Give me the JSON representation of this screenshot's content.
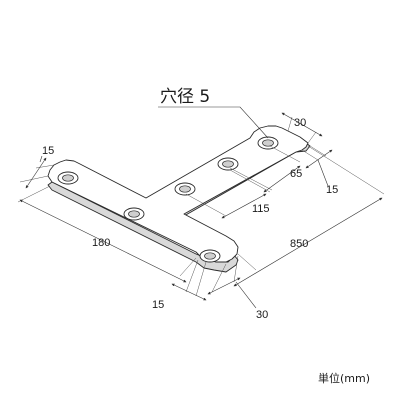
{
  "diagram": {
    "hole_label": "穴径 5",
    "unit_label": "単位(mm)",
    "dimensions": {
      "top_width": "30",
      "left_tip": "15",
      "right_tip": "15",
      "hole_spacing_top": "65",
      "hole_spacing_middle": "115",
      "total_length": "850",
      "left_length": "180",
      "bottom_tip": "15",
      "bottom_width": "30"
    },
    "colors": {
      "plate_edge": "#d9d9d9",
      "line": "#2a2a2a",
      "background": "#ffffff"
    }
  }
}
